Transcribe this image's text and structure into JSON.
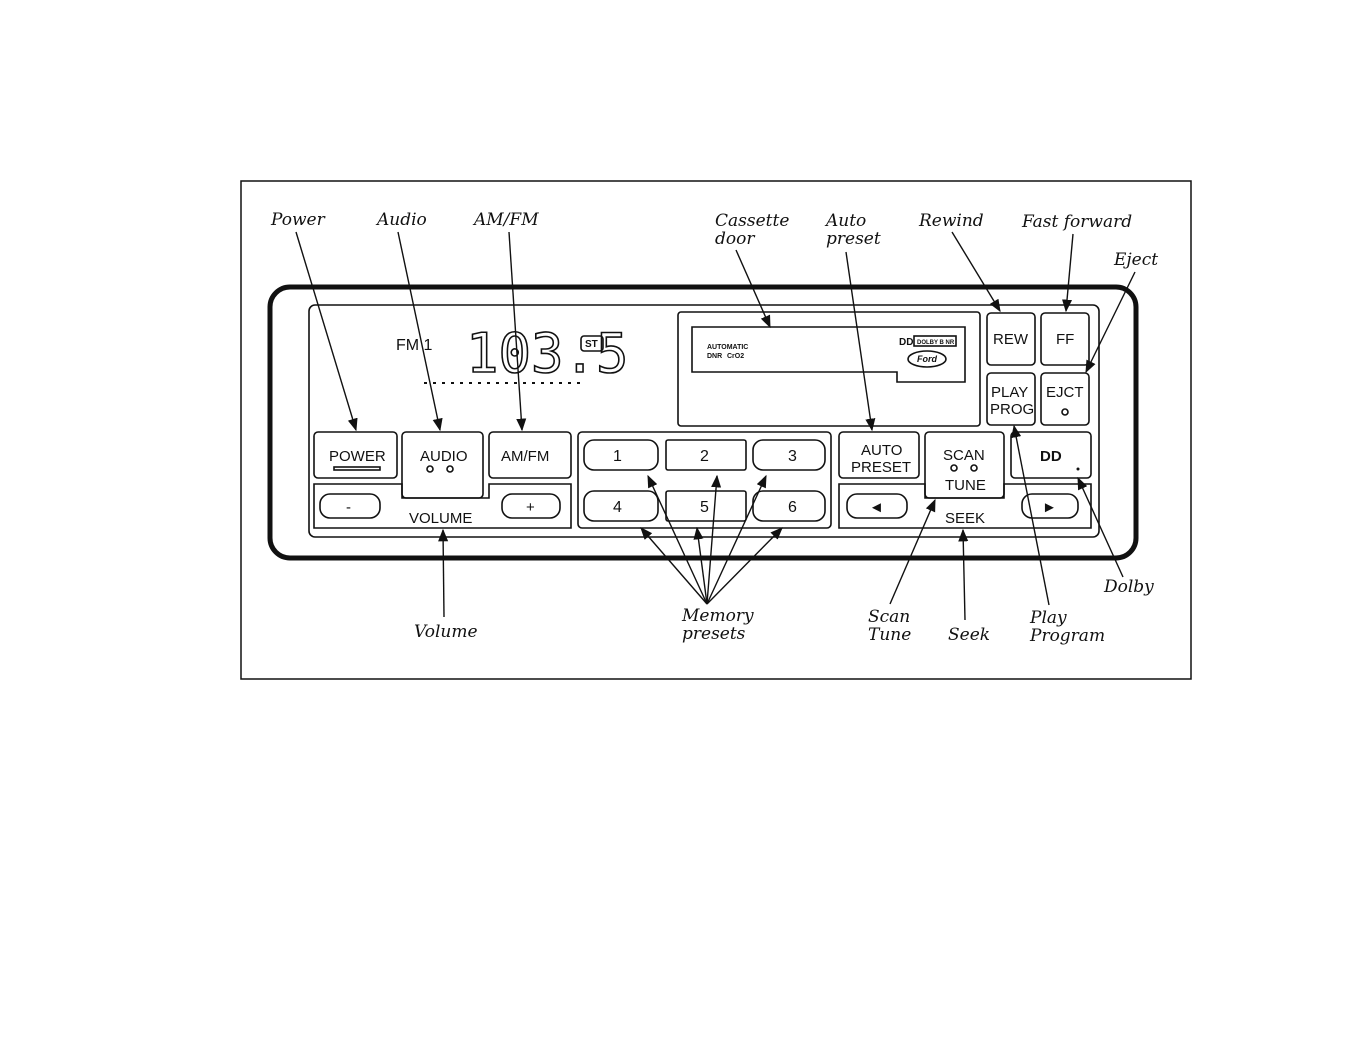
{
  "callouts": {
    "power": "Power",
    "audio": "Audio",
    "amfm": "AM/FM",
    "cassette_door_1": "Cassette",
    "cassette_door_2": "door",
    "auto_preset_1": "Auto",
    "auto_preset_2": "preset",
    "rewind": "Rewind",
    "fast_forward": "Fast forward",
    "eject": "Eject",
    "dolby": "Dolby",
    "volume": "Volume",
    "memory_presets_1": "Memory",
    "memory_presets_2": "presets",
    "scan_tune_1": "Scan",
    "scan_tune_2": "Tune",
    "seek": "Seek",
    "play_program_1": "Play",
    "play_program_2": "Program"
  },
  "display": {
    "band": "FM 1",
    "frequency": "103.5",
    "stereo": "ST"
  },
  "cassette": {
    "automatic": "AUTOMATIC",
    "dnr": "DNR",
    "cro2": "CrO2",
    "dolby_mark": "DD",
    "dolby_badge": "DOLBY B NR",
    "brand": "Ford"
  },
  "buttons": {
    "power": "POWER",
    "audio": "AUDIO",
    "amfm": "AM/FM",
    "preset_1": "1",
    "preset_2": "2",
    "preset_3": "3",
    "preset_4": "4",
    "preset_5": "5",
    "preset_6": "6",
    "auto_1": "AUTO",
    "auto_2": "PRESET",
    "scan": "SCAN",
    "tune": "TUNE",
    "dolby": "DD",
    "rew": "REW",
    "ff": "FF",
    "play": "PLAY",
    "prog": "PROG",
    "ejct": "EJCT",
    "vol_down": "-",
    "vol_up": "+",
    "volume": "VOLUME",
    "seek": "SEEK",
    "seek_left": "◄",
    "seek_right": "►"
  }
}
